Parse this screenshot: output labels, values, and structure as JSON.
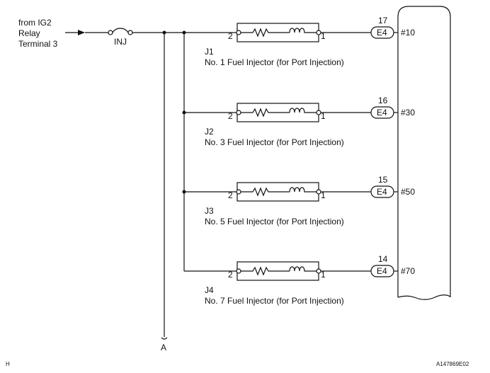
{
  "source": {
    "lines": [
      "from IG2",
      "Relay",
      "Terminal 3"
    ]
  },
  "fuse_label": "INJ",
  "branch_label": "A",
  "corner_label": "H",
  "figure_id": "A147869E02",
  "injectors": [
    {
      "ref": "J1",
      "name": "No. 1 Fuel Injector (for Port Injection)",
      "pin_left": "2",
      "pin_right": "1",
      "ecu_pin": "17",
      "connector": "E4",
      "signal": "#10"
    },
    {
      "ref": "J2",
      "name": "No. 3 Fuel Injector (for Port Injection)",
      "pin_left": "2",
      "pin_right": "1",
      "ecu_pin": "16",
      "connector": "E4",
      "signal": "#30"
    },
    {
      "ref": "J3",
      "name": "No. 5 Fuel Injector (for Port Injection)",
      "pin_left": "2",
      "pin_right": "1",
      "ecu_pin": "15",
      "connector": "E4",
      "signal": "#50"
    },
    {
      "ref": "J4",
      "name": "No. 7 Fuel Injector (for Port Injection)",
      "pin_left": "2",
      "pin_right": "1",
      "ecu_pin": "14",
      "connector": "E4",
      "signal": "#70"
    }
  ]
}
